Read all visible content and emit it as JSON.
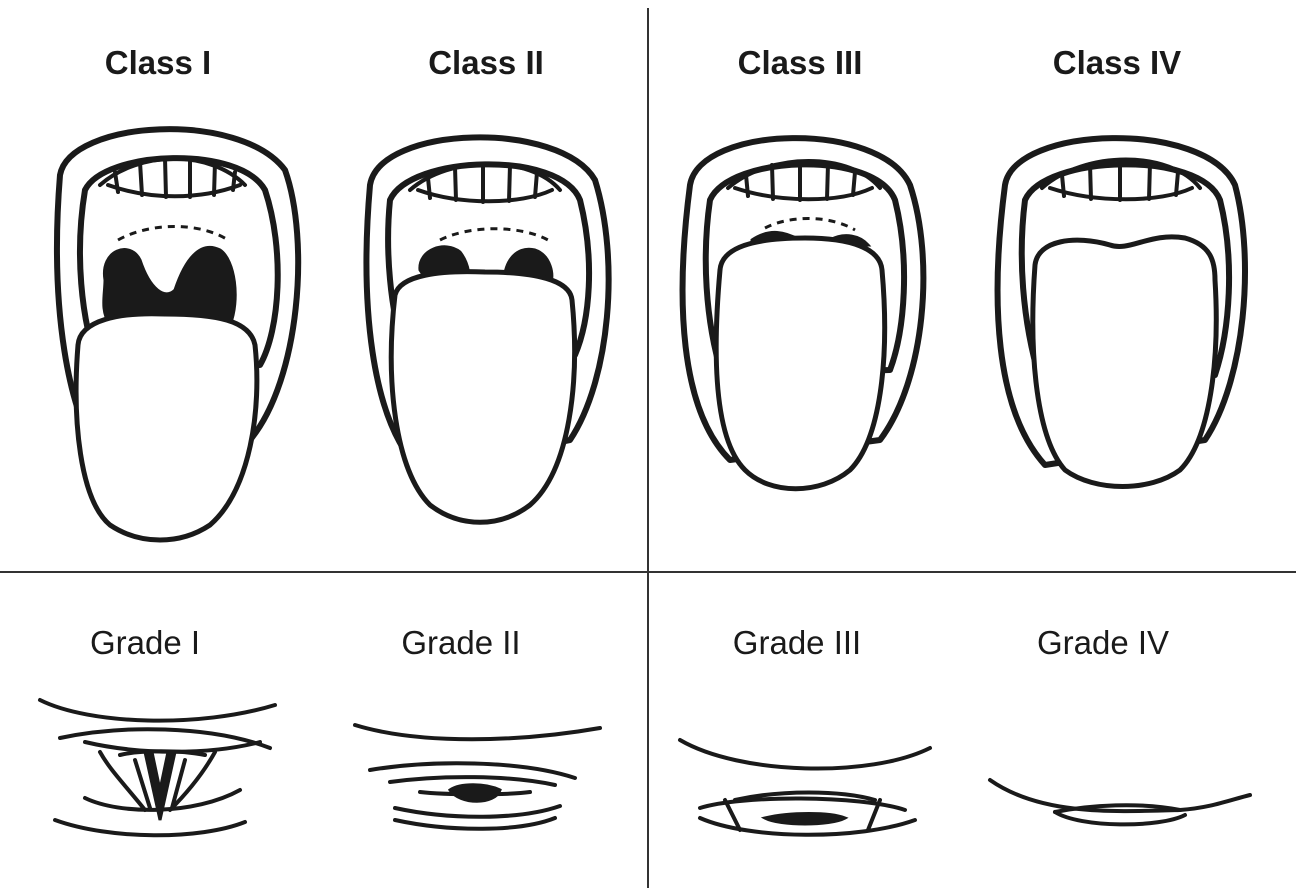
{
  "classes": [
    {
      "label": "Class I"
    },
    {
      "label": "Class II"
    },
    {
      "label": "Class III"
    },
    {
      "label": "Class IV"
    }
  ],
  "grades": [
    {
      "label": "Grade I"
    },
    {
      "label": "Grade II"
    },
    {
      "label": "Grade III"
    },
    {
      "label": "Grade IV"
    }
  ],
  "colors": {
    "ink": "#1a1a1a",
    "paper": "#ffffff"
  }
}
